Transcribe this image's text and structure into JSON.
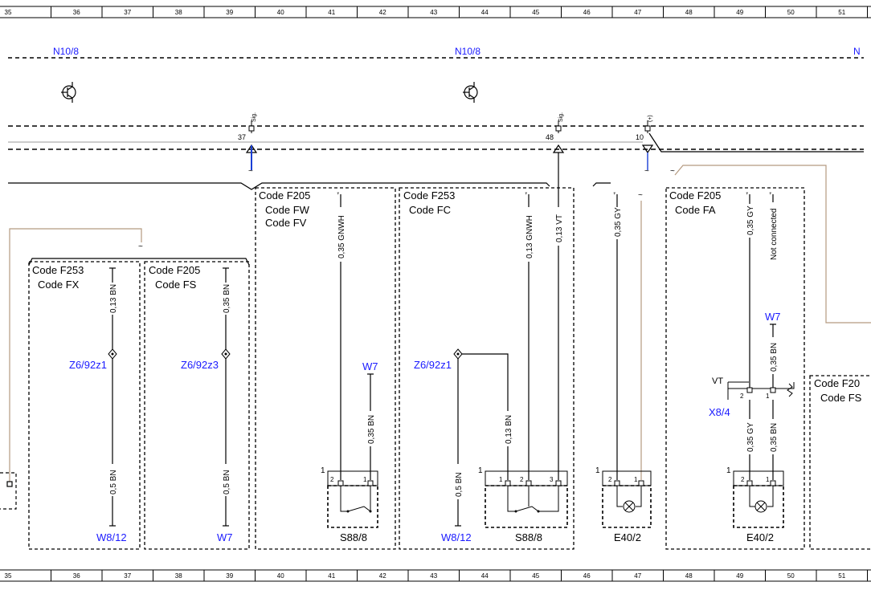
{
  "ruler": {
    "numbers": [
      "35",
      "36",
      "37",
      "38",
      "39",
      "40",
      "41",
      "42",
      "43",
      "44",
      "45",
      "46",
      "47",
      "48",
      "49",
      "50",
      "51"
    ]
  },
  "modules": {
    "left": "N10/8",
    "center": "N10/8",
    "right_partial": "N"
  },
  "bus_pins": {
    "pin37": {
      "number": "37",
      "label": "Sig."
    },
    "pin48": {
      "number": "48",
      "label": "Sig."
    },
    "pin10": {
      "number": "10",
      "label": "(+)"
    }
  },
  "code_boxes": {
    "fx": {
      "line1": "Code F253",
      "line2": "Code FX"
    },
    "fs": {
      "line1": "Code F205",
      "line2": "Code FS"
    },
    "fw": {
      "line1": "Code F205",
      "line2": "Code FW",
      "line3": "Code FV"
    },
    "fc": {
      "line1": "Code F253",
      "line2": "Code FC"
    },
    "fa": {
      "line1": "Code F205",
      "line2": "Code FA"
    },
    "right_partial": {
      "line1": "Code F20",
      "line2": "Code FS"
    }
  },
  "wires": {
    "w1": "0,13 BN",
    "w2": "0,5 BN",
    "w3": "0,35 BN",
    "w4": "0,5 BN",
    "w5": "0,35 GNWH",
    "w6": "0,35 BN",
    "w7": "0,13 GNWH",
    "w8": "0,13 VT",
    "w9": "0,13 BN",
    "w10": "0,5 BN",
    "w11": "0,35 GY",
    "w12": "0,35 GY",
    "w13": "Not connected",
    "w14": "0,35 BN",
    "w15": "0,35 GY",
    "w16": "0,35 BN"
  },
  "refs": {
    "z6_1": "Z6/92z1",
    "z6_3": "Z6/92z3",
    "z6_1b": "Z6/92z1",
    "w8_12a": "W8/12",
    "w7a": "W7",
    "w7b": "W7",
    "w8_12b": "W8/12",
    "w7c": "W7",
    "x8_4": "X8/4",
    "vt": "VT"
  },
  "components": {
    "s88_8a": "S88/8",
    "s88_8b": "S88/8",
    "e40_2a": "E40/2",
    "e40_2b": "E40/2"
  },
  "pins": {
    "one": "1",
    "two": "2",
    "three": "3"
  },
  "colors": {
    "bus_blue": "#1a3fd6",
    "wire_tan": "#b59a80",
    "ref_blue": "#1a1aff"
  }
}
